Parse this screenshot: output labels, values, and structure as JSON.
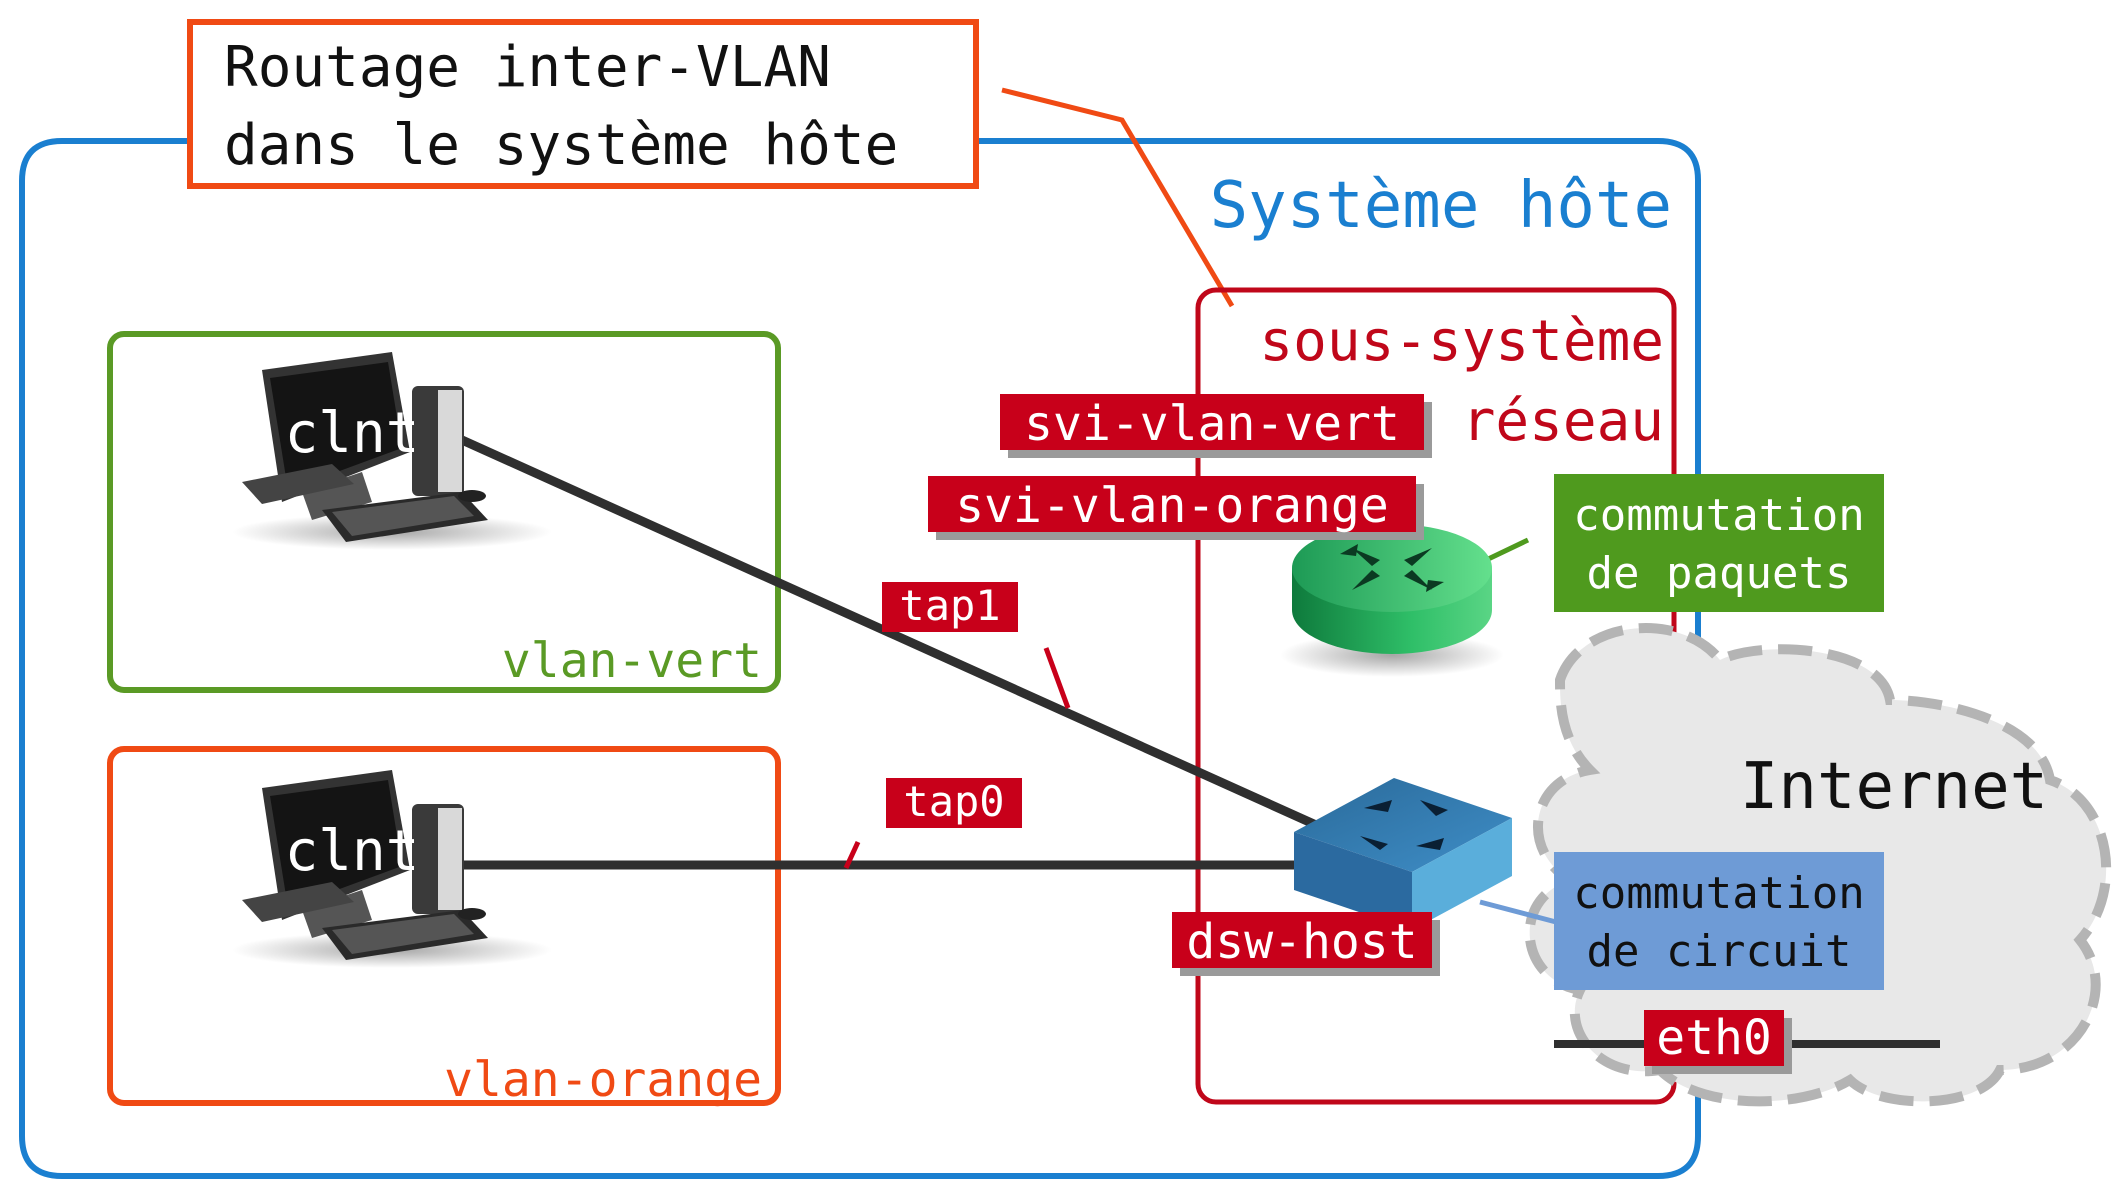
{
  "callout": {
    "line1": "Routage inter-VLAN",
    "line2": "dans le système hôte"
  },
  "host_system": {
    "label": "Système hôte"
  },
  "network_subsystem": {
    "line1": "sous-système",
    "line2": "réseau"
  },
  "vlans": {
    "green": {
      "label": "vlan-vert",
      "client": "clnt"
    },
    "orange": {
      "label": "vlan-orange",
      "client": "clnt"
    }
  },
  "interfaces": {
    "svi_green": "svi-vlan-vert",
    "svi_orange": "svi-vlan-orange",
    "tap1": "tap1",
    "tap0": "tap0",
    "switch": "dsw-host",
    "uplink": "eth0"
  },
  "boxes": {
    "packet_switching": {
      "line1": "commutation",
      "line2": "de paquets"
    },
    "circuit_switching": {
      "line1": "commutation",
      "line2": "de circuit"
    }
  },
  "internet": {
    "label": "Internet"
  },
  "colors": {
    "host_blue": "#1a7fd0",
    "callout_orange": "#f04a14",
    "subsystem_red": "#c0071a",
    "vlan_green": "#5a9a25",
    "vlan_orange": "#f04a14",
    "tag_red": "#c8001a",
    "packet_green": "#4f9a1e",
    "circuit_blue": "#6e9bd6",
    "cloud_gray": "#e6e6e6",
    "link_dark": "#2f2f2f"
  }
}
